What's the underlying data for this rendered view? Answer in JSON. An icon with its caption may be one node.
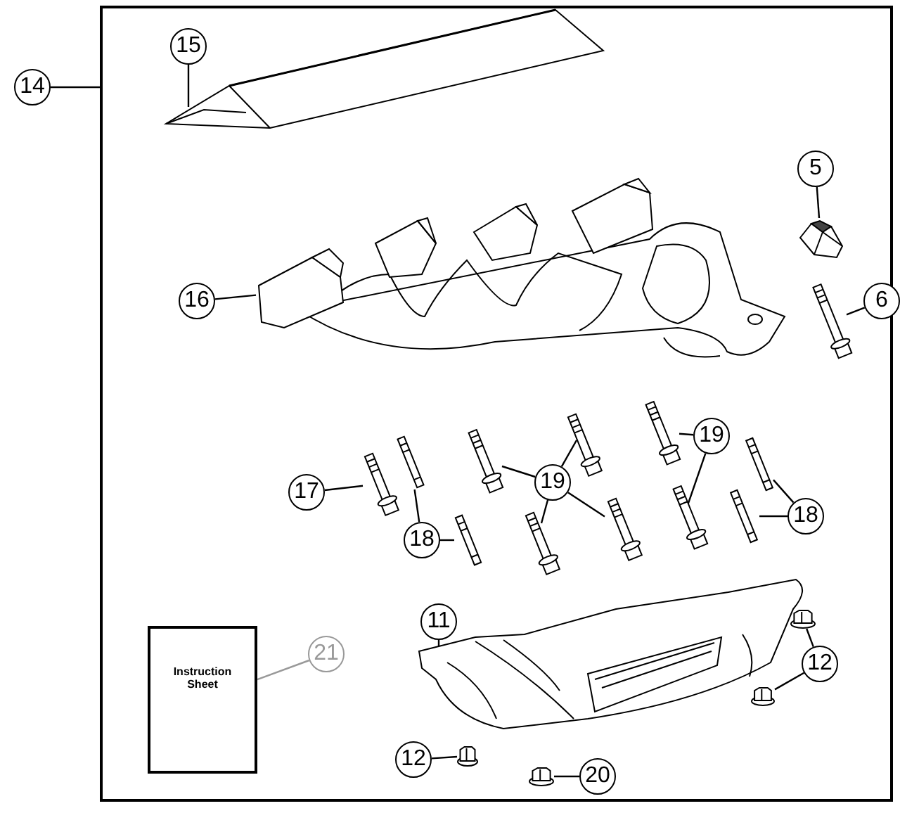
{
  "diagram": {
    "nodes": [
      {
        "text": [
          "14"
        ]
      },
      {
        "text": [],
        "shape": "box"
      },
      {
        "text": [
          "15"
        ],
        "in": 1
      },
      {
        "text": [],
        "shape": "picture",
        "in": 1
      },
      {
        "text": [
          "5"
        ],
        "in": 1
      },
      {
        "text": [],
        "shape": "picture",
        "in": 1
      },
      {
        "text": [
          "6"
        ],
        "in": 1
      },
      {
        "text": [],
        "shape": "picture",
        "in": 1
      },
      {
        "text": [
          "16"
        ],
        "in": 1
      },
      {
        "text": [],
        "shape": "picture",
        "in": 1
      },
      {
        "text": [
          "17"
        ],
        "in": 1
      },
      {
        "text": [],
        "shape": "picture",
        "in": 1
      },
      {
        "text": [],
        "shape": "picture",
        "in": 1
      },
      {
        "text": [
          "18"
        ],
        "in": 1
      },
      {
        "text": [],
        "shape": "picture",
        "in": 1
      },
      {
        "text": [
          "19"
        ],
        "in": 1
      },
      {
        "text": [],
        "shape": "picture",
        "in": 1
      },
      {
        "text": [],
        "shape": "picture",
        "in": 1
      },
      {
        "text": [],
        "shape": "picture",
        "in": 1
      },
      {
        "text": [],
        "shape": "picture",
        "in": 1
      },
      {
        "text": [
          "19"
        ],
        "in": 1
      },
      {
        "text": [],
        "shape": "picture",
        "in": 1
      },
      {
        "text": [],
        "shape": "picture",
        "in": 1
      },
      {
        "text": [
          "18"
        ],
        "in": 1
      },
      {
        "text": [],
        "shape": "picture",
        "in": 1
      },
      {
        "text": [],
        "shape": "picture",
        "in": 1
      },
      {
        "text": [
          "Instruction Sheet"
        ],
        "in": 1
      },
      {
        "text": [
          "21"
        ],
        "in": 1
      },
      {
        "text": [
          "11"
        ],
        "in": 1
      },
      {
        "text": [],
        "shape": "picture",
        "in": 1
      },
      {
        "text": [
          "12"
        ],
        "in": 1
      },
      {
        "text": [],
        "shape": "picture",
        "in": 1
      },
      {
        "text": [],
        "shape": "picture",
        "in": 1
      },
      {
        "text": [
          "12"
        ],
        "in": 1
      },
      {
        "text": [],
        "shape": "picture",
        "in": 1
      },
      {
        "text": [
          "20"
        ],
        "in": 1
      },
      {
        "text": [],
        "shape": "picture",
        "in": 1
      }
    ],
    "edges": [
      {
        "from": 0,
        "to": 1,
        "arrow": "none"
      },
      {
        "from": 2,
        "to": 3,
        "arrow": "none"
      },
      {
        "from": 4,
        "to": 5,
        "arrow": "none"
      },
      {
        "from": 6,
        "to": 7,
        "arrow": "none"
      },
      {
        "from": 8,
        "to": 9,
        "arrow": "none"
      },
      {
        "from": 10,
        "to": 11,
        "arrow": "none"
      },
      {
        "from": 13,
        "to": 12,
        "arrow": "none"
      },
      {
        "from": 13,
        "to": 14,
        "arrow": "none"
      },
      {
        "from": 15,
        "to": 16,
        "arrow": "none"
      },
      {
        "from": 15,
        "to": 17,
        "arrow": "none"
      },
      {
        "from": 15,
        "to": 18,
        "arrow": "none"
      },
      {
        "from": 15,
        "to": 19,
        "arrow": "none"
      },
      {
        "from": 20,
        "to": 21,
        "arrow": "none"
      },
      {
        "from": 20,
        "to": 22,
        "arrow": "none"
      },
      {
        "from": 23,
        "to": 24,
        "arrow": "none"
      },
      {
        "from": 23,
        "to": 25,
        "arrow": "none"
      },
      {
        "from": 27,
        "to": 26,
        "arrow": "none",
        "color": "#999999"
      },
      {
        "from": 28,
        "to": 29,
        "arrow": "none"
      },
      {
        "from": 30,
        "to": 31,
        "arrow": "none"
      },
      {
        "from": 30,
        "to": 32,
        "arrow": "none"
      },
      {
        "from": 33,
        "to": 34,
        "arrow": "none"
      },
      {
        "from": 35,
        "to": 36,
        "arrow": "none"
      }
    ]
  }
}
